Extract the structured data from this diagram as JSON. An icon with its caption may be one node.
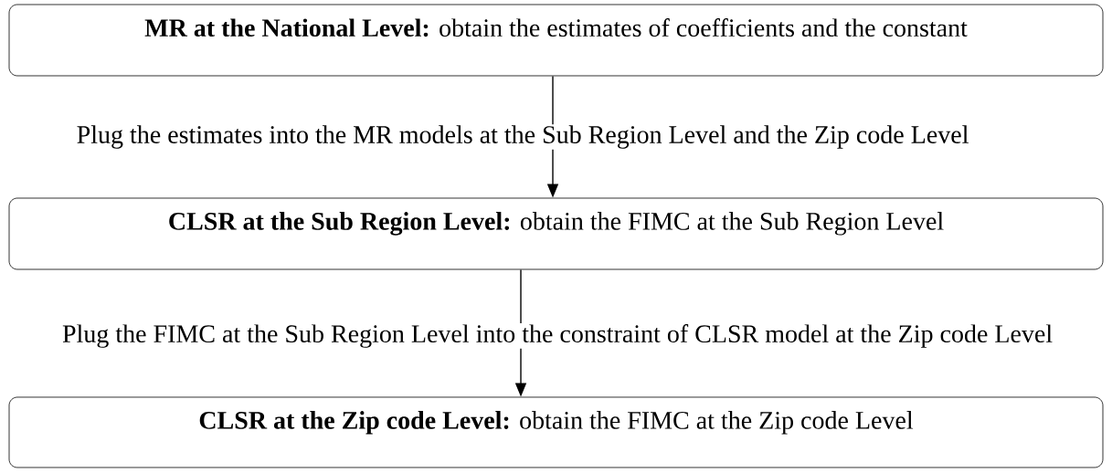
{
  "diagram": {
    "nodes": [
      {
        "text": [
          "**MR at the National Level:** obtain the estimates of coefficients and the constant"
        ]
      },
      {
        "text": [
          "**CLSR at the Sub Region Level:**  obtain the FIMC at the Sub Region Level"
        ]
      },
      {
        "text": [
          "**CLSR at the Zip code Level:**  obtain the FIMC at the Zip code Level"
        ]
      }
    ],
    "edges": [
      {
        "from": 0,
        "to": 1,
        "arrow": "to",
        "label": "Plug the estimates into the MR models at the Sub Region Level and the Zip code Level"
      },
      {
        "from": 1,
        "to": 2,
        "arrow": "to",
        "label": "Plug the FIMC at the Sub Region Level into the constraint of CLSR model at the Zip code Level"
      }
    ]
  }
}
